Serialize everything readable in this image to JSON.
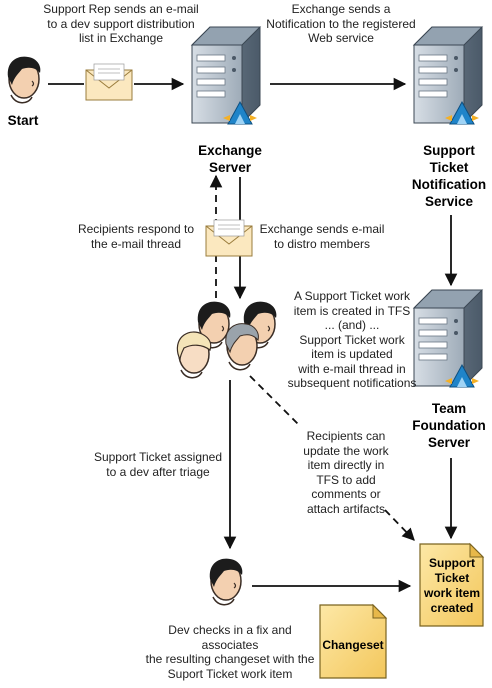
{
  "nodes": {
    "start": "Start",
    "exchange_server": "Exchange\nServer",
    "notification_service": "Support\nTicket\nNotification\nService",
    "tfs": "Team\nFoundation\nServer",
    "work_item": "Support\nTicket\nwork item\ncreated",
    "changeset": "Changeset"
  },
  "annotations": {
    "rep_email": "Support Rep sends an e-mail\nto a dev support distribution\nlist in Exchange",
    "exchange_notify": "Exchange sends a\nNotification to the registered\nWeb service",
    "recipients_respond": "Recipients respond to\nthe e-mail thread",
    "exchange_distro": "Exchange sends e-mail\nto distro members",
    "tfs_created": "A Support Ticket work\nitem is created in TFS\n... (and) ...\nSupport Ticket work\nitem is updated\nwith e-mail thread in\nsubsequent notifications",
    "assigned": "Support Ticket assigned\nto a dev after triage",
    "recipients_update": "Recipients can\nupdate the work\nitem directly in\nTFS to add\ncomments or\nattach artifacts",
    "dev_checkin": "Dev checks in a fix and associates\nthe resulting changeset with the\nSuport Ticket work item"
  },
  "colors": {
    "server_body": "#5f6f80",
    "server_front": "#b9c4cf",
    "doc_fill": "#f9d980",
    "arrow": "#111111",
    "azure": "#1f84c9"
  }
}
